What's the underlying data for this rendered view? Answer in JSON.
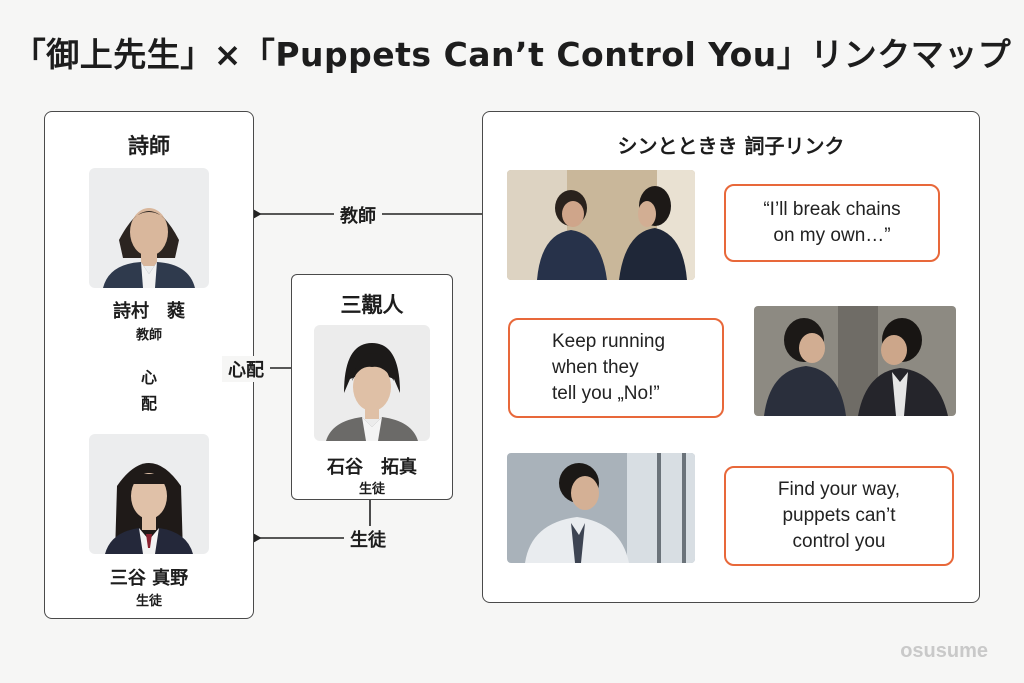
{
  "title": "「御上先生」×「Puppets Can’t Control You」リンクマップ",
  "left_panel": {
    "title": "詩師",
    "people": [
      {
        "name": "詩村　蕤",
        "role": "教師"
      },
      {
        "name": "三谷 真野",
        "role": "生徒"
      }
    ],
    "vertical_link": "心\n配"
  },
  "center_panel": {
    "title": "三覯人",
    "person": {
      "name": "石谷　拓真",
      "role": "生徒"
    }
  },
  "connections": {
    "teacher": "教師",
    "worry": "心配",
    "student": "生徒"
  },
  "right_panel": {
    "title": "シンとときき 詞子リンク",
    "quotes": [
      "“I’ll break chains\non my own…”",
      "Keep running\nwhen they\ntell you „No!”",
      "Find your way,\npuppets can’t\ncontrol you"
    ]
  },
  "brand": "osusume",
  "colors": {
    "accent": "#e8683a",
    "border": "#4a4a4a",
    "background": "#f6f6f5"
  }
}
